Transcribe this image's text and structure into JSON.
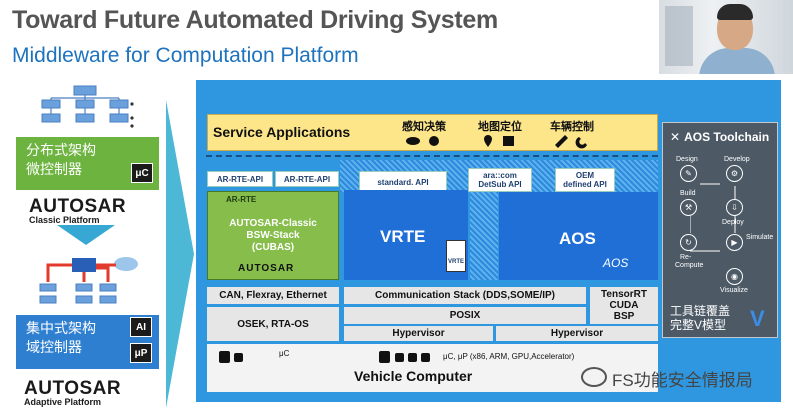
{
  "slide": {
    "title": "Toward Future Automated Driving System",
    "subtitle": "Middleware for Computation Platform"
  },
  "left": {
    "distributed_line1": "分布式架构",
    "distributed_line2": "微控制器",
    "distributed_chip": "μC",
    "classic_logo": "AUTOSAR",
    "classic_sub": "Classic Platform",
    "central_line1": "集中式架构",
    "central_line2": "域控制器",
    "chip_ai": "AI",
    "chip_up": "μP",
    "adaptive_logo": "AUTOSAR",
    "adaptive_sub": "Adaptive Platform"
  },
  "service": {
    "title": "Service Applications",
    "cat1": "感知决策",
    "cat2": "地图定位",
    "cat3": "车辆控制"
  },
  "tabs": {
    "ar_rte_api_1": "AR-RTE-API",
    "ar_rte_api_2": "AR-RTE-API",
    "standard_api": "standard. API",
    "ara_line1": "ara::com",
    "ara_line2": "DetSub API",
    "oem_line1": "OEM",
    "oem_line2": "defined API"
  },
  "blocks": {
    "ar_rte": "AR-RTE",
    "classic_l1": "AUTOSAR-Classic",
    "classic_l2": "BSW-Stack",
    "classic_l3": "(CUBAS)",
    "classic_logo": "AUTOSAR",
    "vrte": "VRTE",
    "vrte_box": "VRTE",
    "aos": "AOS",
    "aos_logo": "AOS",
    "can": "CAN, Flexray, Ethernet",
    "comm": "Communication Stack (DDS,SOME/IP)",
    "tensorrt": "TensorRT",
    "cuda": "CUDA",
    "bsp": "BSP",
    "osek": "OSEK, RTA-OS",
    "posix": "POSIX",
    "hyp1": "Hypervisor",
    "hyp2": "Hypervisor",
    "uc": "μC",
    "up": "μC, μP (x86, ARM, GPU,Accelerator)",
    "vehicle": "Vehicle Computer"
  },
  "toolchain": {
    "title": "AOS Toolchain",
    "design": "Design",
    "develop": "Develop",
    "build": "Build",
    "deploy": "Deploy",
    "simulate": "Simulate",
    "recompute_1": "Re-",
    "recompute_2": "Compute",
    "visualize": "Visualize",
    "cn_line1": "工具链覆盖",
    "cn_line2": "完整V模型",
    "v_mark": "V"
  },
  "watermark": "FS功能安全情报局"
}
